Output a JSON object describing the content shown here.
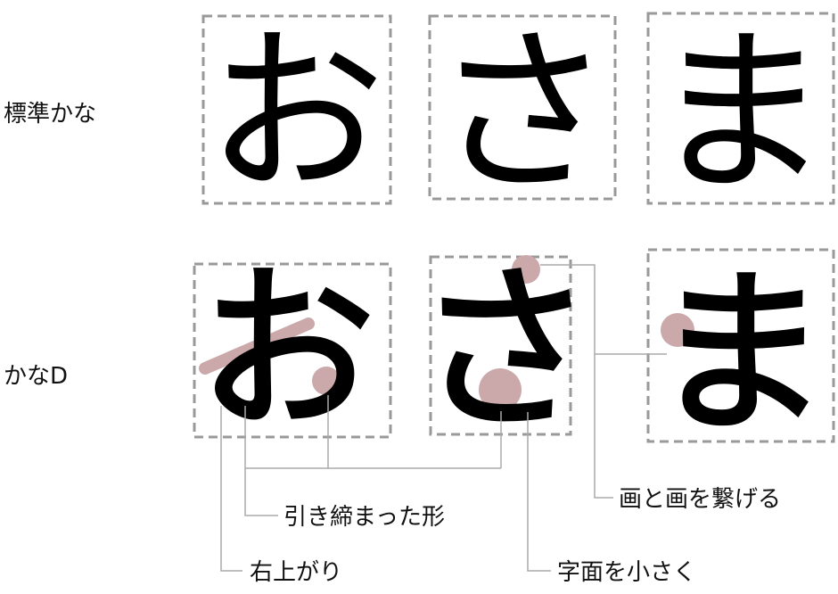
{
  "rows": [
    {
      "label": "標準かな",
      "glyphs": [
        "お",
        "さ",
        "ま"
      ]
    },
    {
      "label": "かなD",
      "glyphs": [
        "お",
        "さ",
        "ま"
      ]
    }
  ],
  "annotations": {
    "tight_shape": "引き締まった形",
    "rising_right": "右上がり",
    "connect_strokes": "画と画を繋げる",
    "smaller_face": "字面を小さく"
  },
  "colors": {
    "highlight": "#cba9aa",
    "box": "#999999",
    "leader": "#aaaaaa"
  }
}
